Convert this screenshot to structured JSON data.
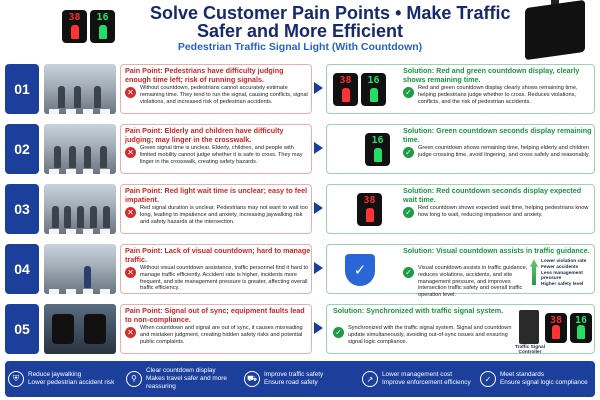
{
  "header": {
    "title_prefix": "Solve Customer Pain Points",
    "title_dot": "•",
    "title_suffix": "Make Traffic",
    "title_line2": "Safer and More Efficient",
    "subtitle": "Pedestrian Traffic Signal Light  (With Countdown)",
    "signal_red_number": "38",
    "signal_green_number": "16"
  },
  "rows": [
    {
      "number": "01",
      "pain_title": "Pain Point: Pedestrians have difficulty judging enough time left; risk of running signals.",
      "pain_text": "Without countdown, pedestrians cannot accurately estimate remaining time. They tend to run the signal, causing conflicts, signal violations, and increased risk of pedestrian accidents.",
      "solution_title": "Solution: Red and green countdown display, clearly shows remaining time.",
      "solution_text": "Red and green countdown display clearly shows remaining time, helping pedestrians judge whether to cross. Reduces violations, conflicts, and the risk of pedestrian accidents.",
      "signal_red": "38",
      "signal_green": "16"
    },
    {
      "number": "02",
      "pain_title": "Pain Point: Elderly and children have difficulty judging; may linger in the crosswalk.",
      "pain_text": "Green signal time is unclear. Elderly, children, and people with limited mobility cannot judge whether it is safe to cross. They may linger in the crosswalk, creating safety hazards.",
      "solution_title": "Solution: Green countdown seconds display remaining time.",
      "solution_text": "Green countdown shows remaining time, helping elderly and children judge crossing time, avoid lingering, and cross safely and reasonably.",
      "signal_green": "16"
    },
    {
      "number": "03",
      "pain_title": "Pain Point: Red light wait time is unclear; easy to feel impatient.",
      "pain_text": "Red signal duration is unclear. Pedestrians may not want to wait too long, leading to impatience and anxiety, increasing jaywalking risk and safety hazards at the intersection.",
      "solution_title": "Solution: Red countdown seconds display expected wait time.",
      "solution_text": "Red countdown shows expected wait time, helping pedestrians know how long to wait, reducing impatience and anxiety.",
      "signal_red": "38"
    },
    {
      "number": "04",
      "pain_title": "Pain Point: Lack of visual countdown; hard to manage traffic.",
      "pain_text": "Without visual countdown assistance, traffic personnel find it hard to manage traffic efficiently. Accident rate is higher, incidents more frequent, and site management pressure is greater, affecting overall traffic efficiency.",
      "solution_title": "Solution: Visual countdown assists in traffic guidance.",
      "solution_text": "Visual countdown assists in traffic guidance, reduces violations, accidents, and site management pressure, and improves intersection traffic safety and overall traffic operation level.",
      "growth_lines": [
        "Lower violation rate",
        "Fewer accidents",
        "Less management pressure",
        "Higher safety level"
      ]
    },
    {
      "number": "05",
      "pain_title": "Pain Point: Signal out of sync; equipment faults lead to non-compliance.",
      "pain_text": "When countdown and signal are out of sync, it causes misreading and mistaken judgment, creating hidden safety risks and potential public complaints.",
      "solution_title": "Solution: Synchronized with traffic signal system.",
      "solution_text": "Synchronized with the traffic signal system. Signal and countdown update simultaneously, avoiding out-of-sync  issues and ensuring signal logic compliance.",
      "controller_label": "Traffic Signal Controller",
      "signal_red": "38",
      "signal_green": "16"
    }
  ],
  "footer": [
    {
      "icon": "shield-walk-icon",
      "line1": "Reduce jaywalking",
      "line2": "Lower pedestrian accident risk"
    },
    {
      "icon": "walk-icon",
      "line1": "Clear countdown display",
      "line2": "Makes travel safer and more reassuring"
    },
    {
      "icon": "car-icon",
      "line1": "Improve traffic safety",
      "line2": "Ensure road safety"
    },
    {
      "icon": "chart-icon",
      "line1": "Lower management cost",
      "line2": "Improve enforcement efficiency"
    },
    {
      "icon": "check-icon",
      "line1": "Meet standards",
      "line2": "Ensure signal logic compliance"
    }
  ],
  "colors": {
    "navy": "#1b3f9b",
    "pain_red": "#d12424",
    "solution_green": "#18963e",
    "signal_red": "#ff2b2b",
    "signal_green": "#1ee06a"
  }
}
